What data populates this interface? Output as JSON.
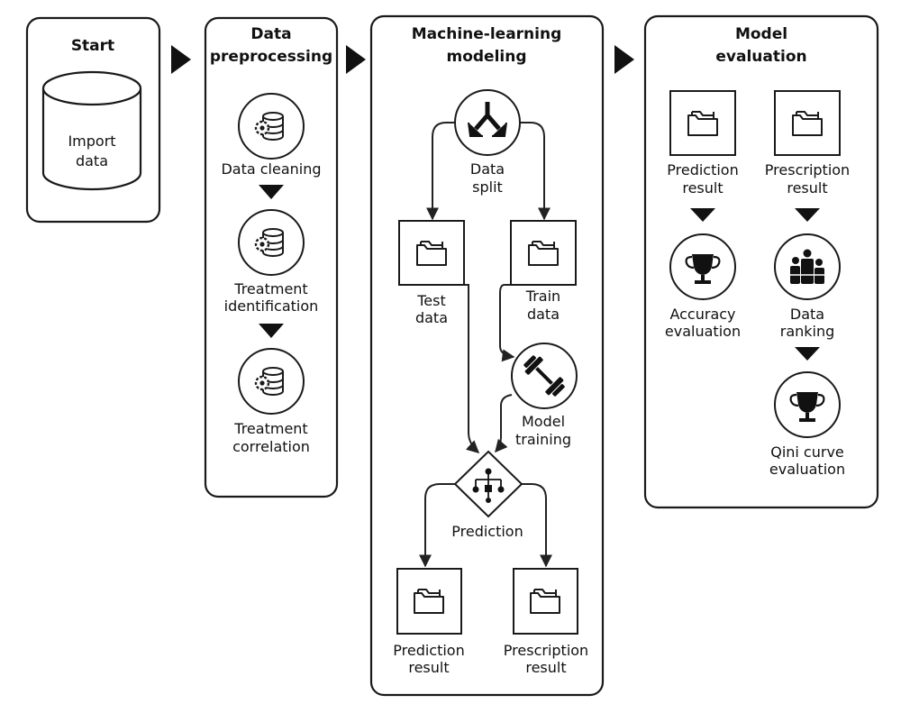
{
  "panels": {
    "start": {
      "title": "Start",
      "cylinder_label": [
        "Import",
        "data"
      ]
    },
    "preprocessing": {
      "title": [
        "Data",
        "preprocessing"
      ],
      "steps": [
        {
          "label": [
            "Data cleaning"
          ],
          "icon": "database-gear-icon"
        },
        {
          "label": [
            "Treatment",
            "identification"
          ],
          "icon": "database-gear-icon"
        },
        {
          "label": [
            "Treatment",
            "correlation"
          ],
          "icon": "database-gear-icon"
        }
      ]
    },
    "modeling": {
      "title": [
        "Machine-learning",
        "modeling"
      ],
      "split": {
        "label": [
          "Data",
          "split"
        ],
        "icon": "split-arrows-icon"
      },
      "test": {
        "label": [
          "Test",
          "data"
        ],
        "icon": "folder-icon"
      },
      "train": {
        "label": [
          "Train",
          "data"
        ],
        "icon": "folder-icon"
      },
      "training": {
        "label": [
          "Model",
          "training"
        ],
        "icon": "dumbbell-icon"
      },
      "prediction": {
        "label": [
          "Prediction"
        ],
        "icon": "decision-tree-icon"
      },
      "pred_result": {
        "label": [
          "Prediction",
          "result"
        ],
        "icon": "folder-icon"
      },
      "presc_result": {
        "label": [
          "Prescription",
          "result"
        ],
        "icon": "folder-icon"
      }
    },
    "evaluation": {
      "title": [
        "Model",
        "evaluation"
      ],
      "pred_result": {
        "label": [
          "Prediction",
          "result"
        ],
        "icon": "folder-icon"
      },
      "presc_result": {
        "label": [
          "Prescription",
          "result"
        ],
        "icon": "folder-icon"
      },
      "accuracy": {
        "label": [
          "Accuracy",
          "evaluation"
        ],
        "icon": "trophy-icon"
      },
      "ranking": {
        "label": [
          "Data",
          "ranking"
        ],
        "icon": "ranking-people-icon"
      },
      "qini": {
        "label": [
          "Qini curve",
          "evaluation"
        ],
        "icon": "trophy-icon"
      }
    }
  },
  "colors": {
    "stroke": "#1a1a1a",
    "background": "#ffffff"
  }
}
